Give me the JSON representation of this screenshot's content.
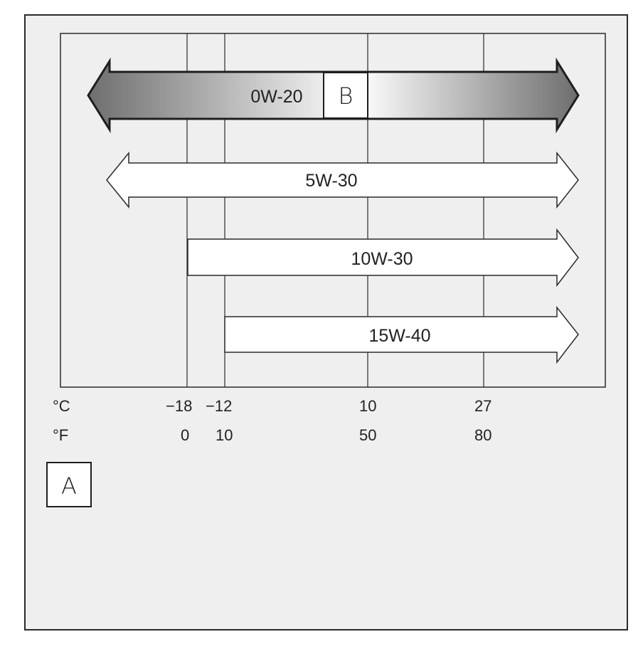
{
  "callout_a": "A",
  "callout_b": "B",
  "units": {
    "celsius": "°C",
    "fahrenheit": "°F"
  },
  "temperature_ticks": [
    {
      "c": "−18",
      "f": "0"
    },
    {
      "c": "−12",
      "f": "10"
    },
    {
      "c": "10",
      "f": "50"
    },
    {
      "c": "27",
      "f": "80"
    }
  ],
  "oil_grades": [
    {
      "label": "0W-20",
      "from": "min",
      "to": "max",
      "highlighted": true
    },
    {
      "label": "5W-30",
      "from": "min",
      "to": "max",
      "highlighted": false
    },
    {
      "label": "10W-30",
      "from": "−18",
      "to": "max",
      "highlighted": false
    },
    {
      "label": "15W-40",
      "from": "−12",
      "to": "max",
      "highlighted": false
    }
  ],
  "colors": {
    "line": "#2a2a2a",
    "panel": "#efefef",
    "arrow_fill": "#ffffff",
    "gradient_dark": "#6e6e6e",
    "gradient_light": "#ffffff"
  }
}
